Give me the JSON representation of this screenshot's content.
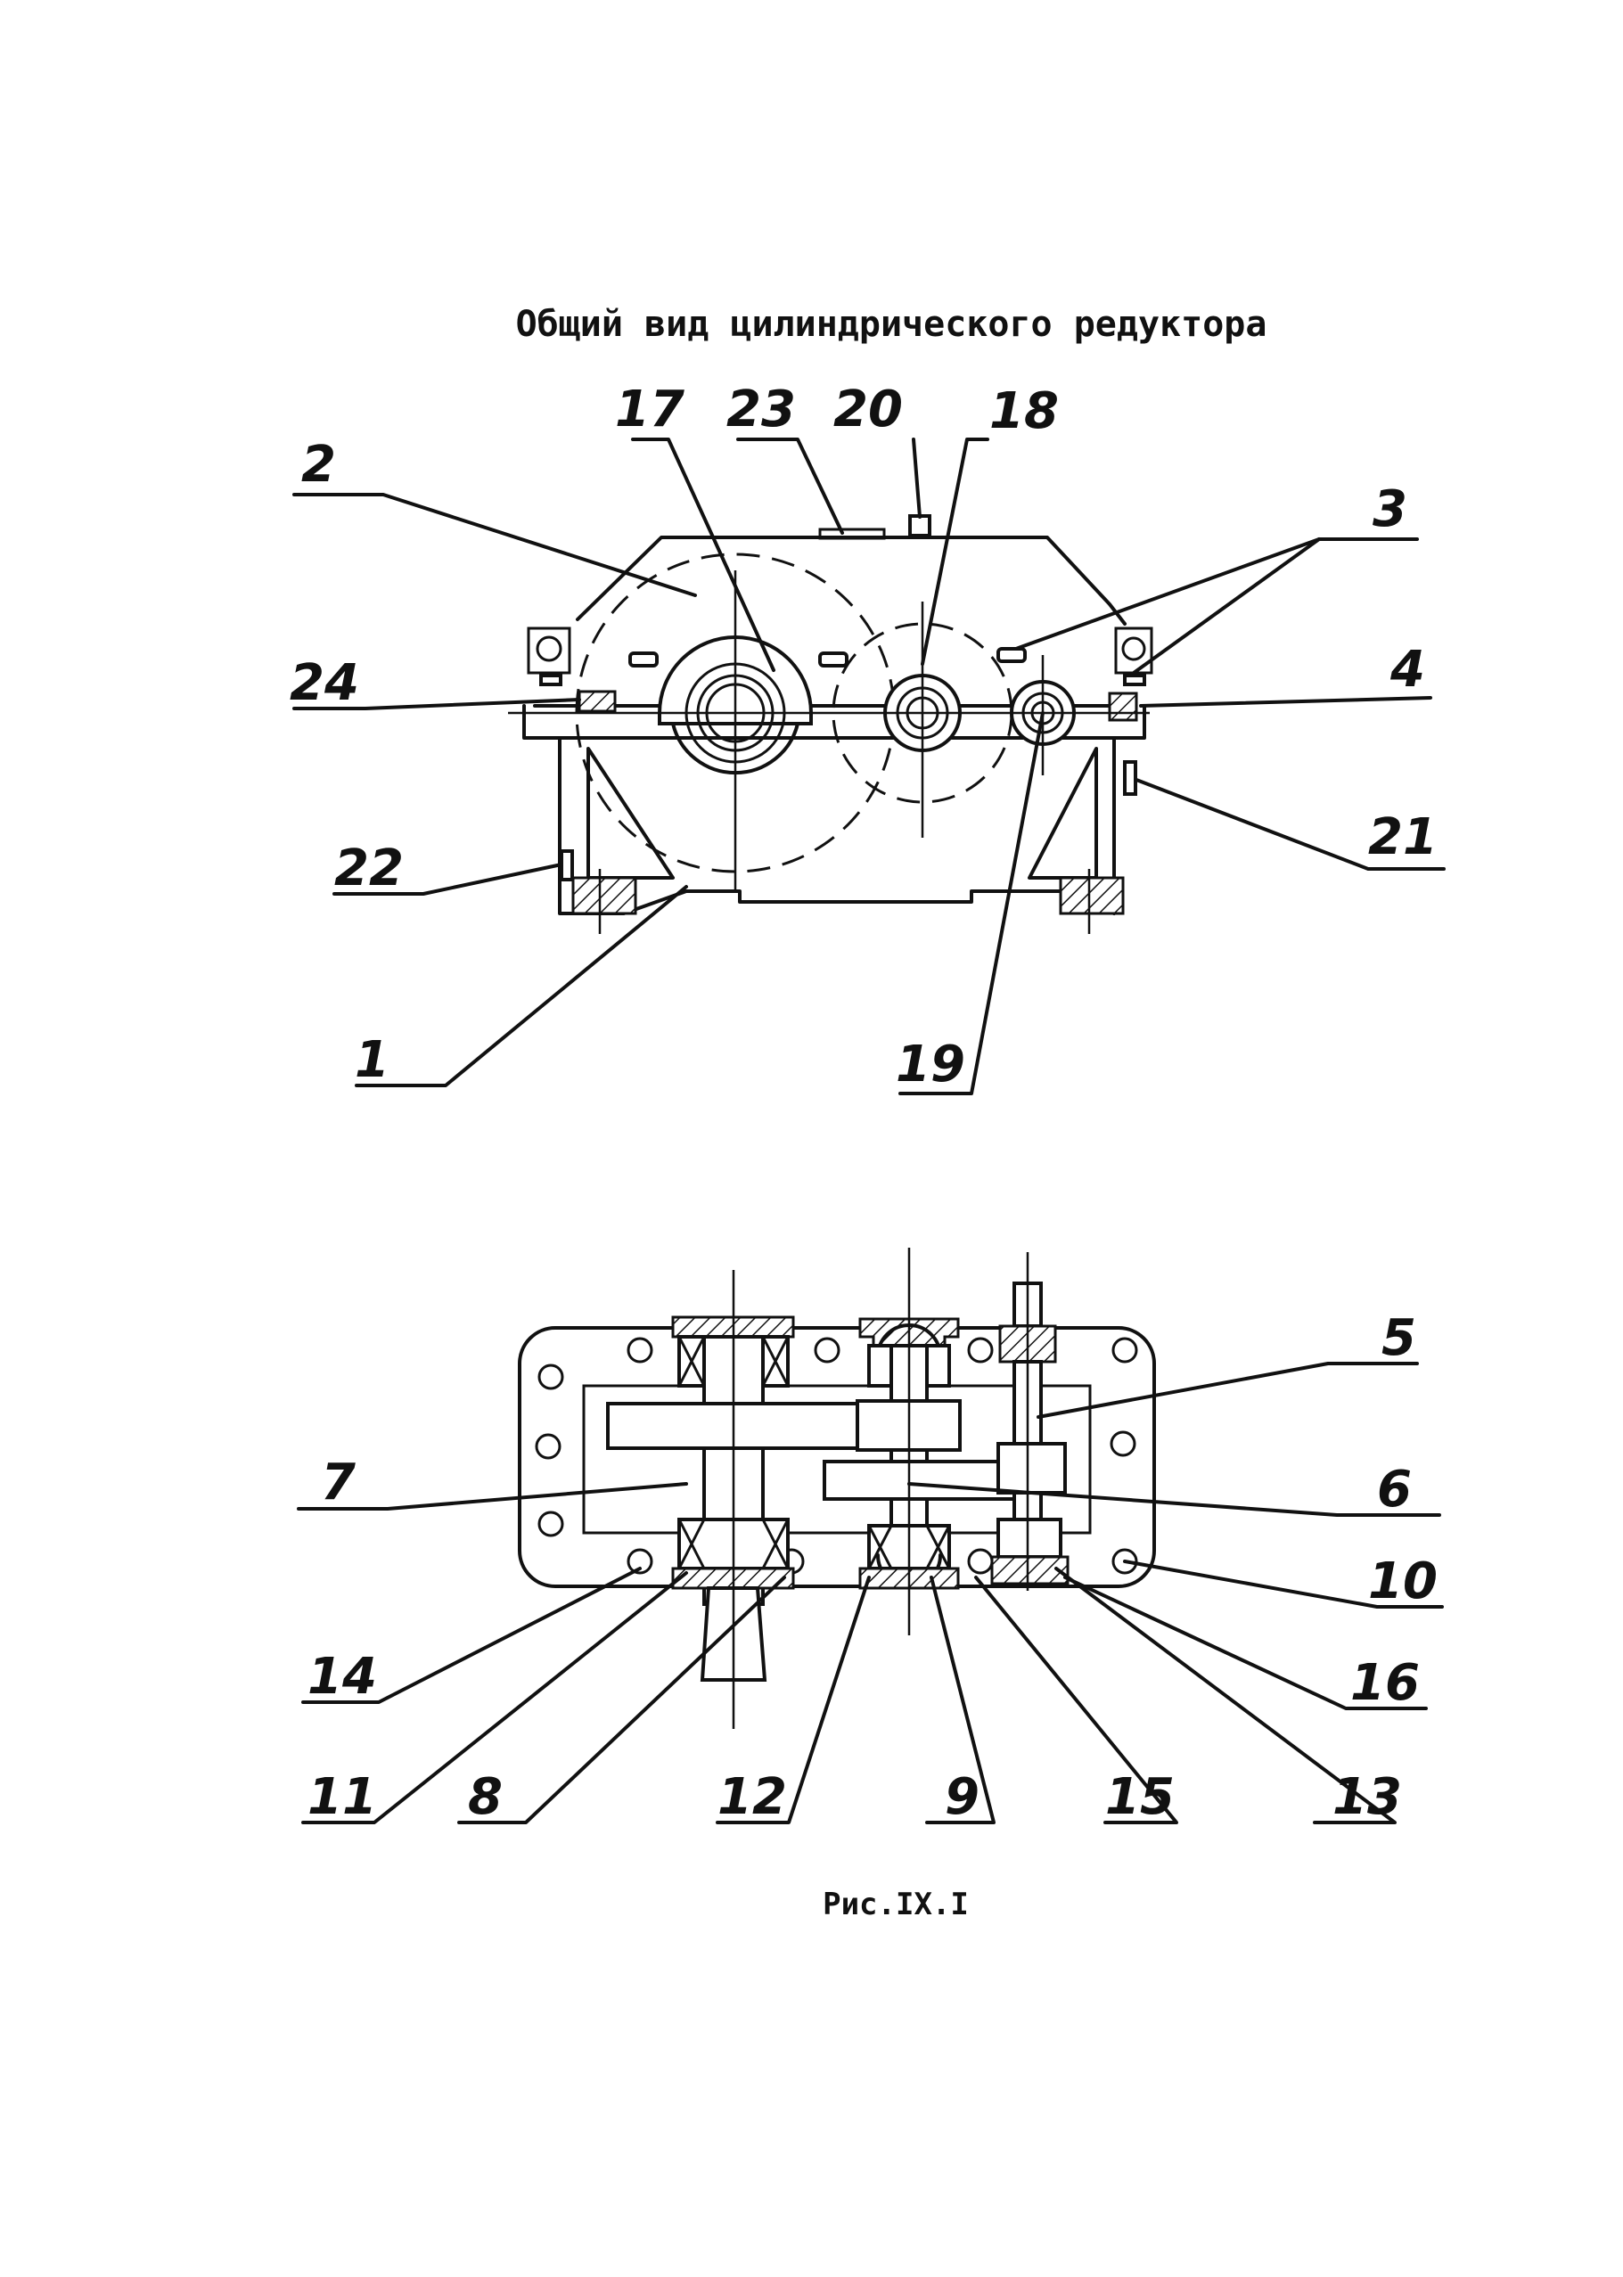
{
  "title": "Общий вид цилиндрического редуктора",
  "caption": "Рис.IX.I",
  "top_view_callouts": [
    "1",
    "2",
    "3",
    "4",
    "17",
    "18",
    "19",
    "20",
    "21",
    "22",
    "23",
    "24"
  ],
  "plan_view_callouts": [
    "5",
    "6",
    "7",
    "8",
    "9",
    "10",
    "11",
    "12",
    "13",
    "14",
    "15",
    "16"
  ]
}
